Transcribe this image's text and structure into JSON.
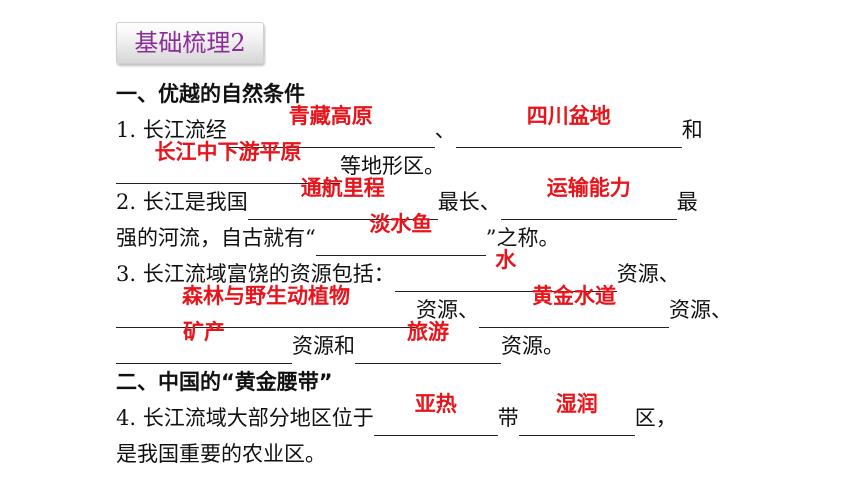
{
  "badge": "基础梳理2",
  "section1": "一、优越的自然条件",
  "q1": {
    "pre": "1. 长江流经",
    "a": "青藏高原",
    "sep": "、",
    "b": "四川盆地",
    "and": "和",
    "c": "长江中下游平原",
    "post": "等地形区。"
  },
  "q2": {
    "pre": "2. 长江是我国",
    "a": "通航里程",
    "mid": "最长、",
    "b": "运输能力",
    "post": "最",
    "line2_pre": "强的河流，自古就有“",
    "c": "淡水鱼",
    "line2_post": "”之称。"
  },
  "q3": {
    "pre": "3. 长江流域富饶的资源包括：",
    "a": "水",
    "suffix_a": "资源、",
    "b": "森林与野生动植物",
    "suffix_b": "资源、",
    "c": "黄金水道",
    "suffix_c": "资源、",
    "d": "矿产",
    "suffix_d": "资源和",
    "e": "旅游",
    "suffix_e": "资源。"
  },
  "section2": "二、中国的“黄金腰带”",
  "q4": {
    "pre": "4. 长江流域大部分地区位于",
    "a": "亚热",
    "mid": "带",
    "b": "湿润",
    "post": "区，",
    "line2": "是我国重要的农业区。"
  },
  "colors": {
    "answer": "#e8141b",
    "badge_text": "#8b2c9a"
  }
}
